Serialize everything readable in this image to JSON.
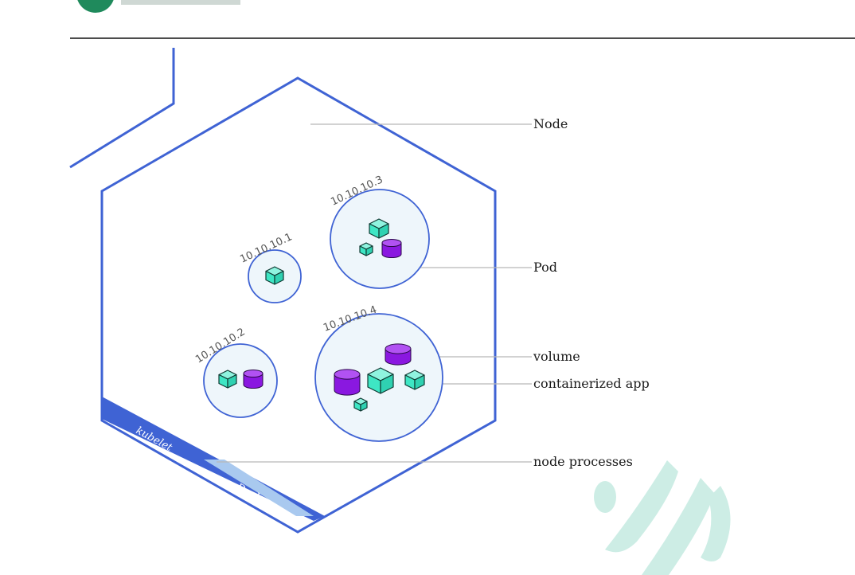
{
  "labels": {
    "node": "Node",
    "pod": "Pod",
    "volume": "volume",
    "containerized_app": "containerized app",
    "node_processes": "node processes"
  },
  "processes": {
    "kubelet": "kubelet",
    "docker": "Docker"
  },
  "pods": [
    {
      "ip": "10.10.10.1"
    },
    {
      "ip": "10.10.10.2"
    },
    {
      "ip": "10.10.10.3"
    },
    {
      "ip": "10.10.10.4"
    }
  ],
  "colors": {
    "outline": "#3f63d4",
    "pod_fill": "#eef6fb",
    "pod_stroke": "#3f63d4",
    "container": "#3ee6c4",
    "container_dark": "#16a88c",
    "volume": "#8a18e0",
    "volume_top": "#b152f2",
    "kubelet_band": "#3f63d4",
    "docker_band": "#a9c9ef",
    "leader": "#b7b7b7",
    "logo": "#1f8a5c",
    "watermark": "#c8ece3"
  }
}
